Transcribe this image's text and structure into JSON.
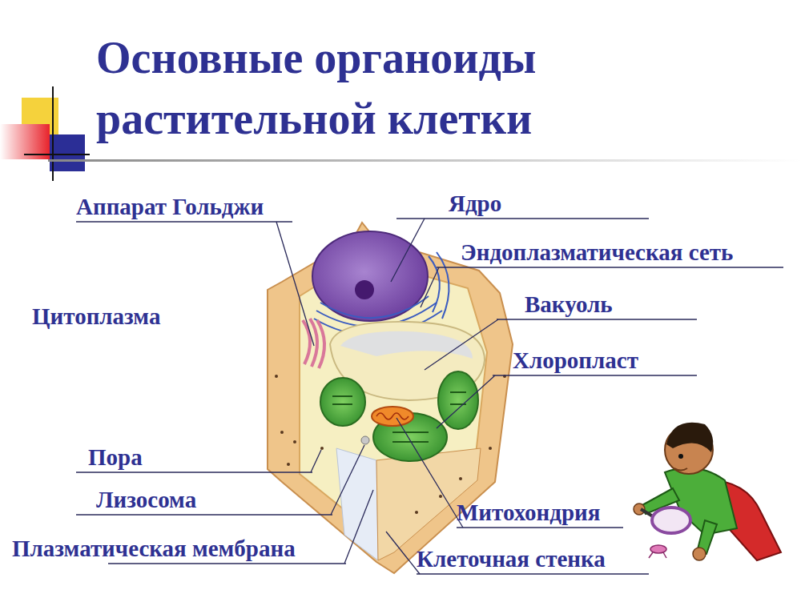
{
  "diagram": {
    "title": "Основные органоиды растительной клетки",
    "labels": [
      "Аппарат Гольджи",
      "Ядро",
      "Эндоплазматическая сеть",
      "Цитоплазма",
      "Вакуоль",
      "Хлоропласт",
      "Пора",
      "Лизосома",
      "Митохондрия",
      "Плазматическая мембрана",
      "Клеточная стенка"
    ]
  }
}
